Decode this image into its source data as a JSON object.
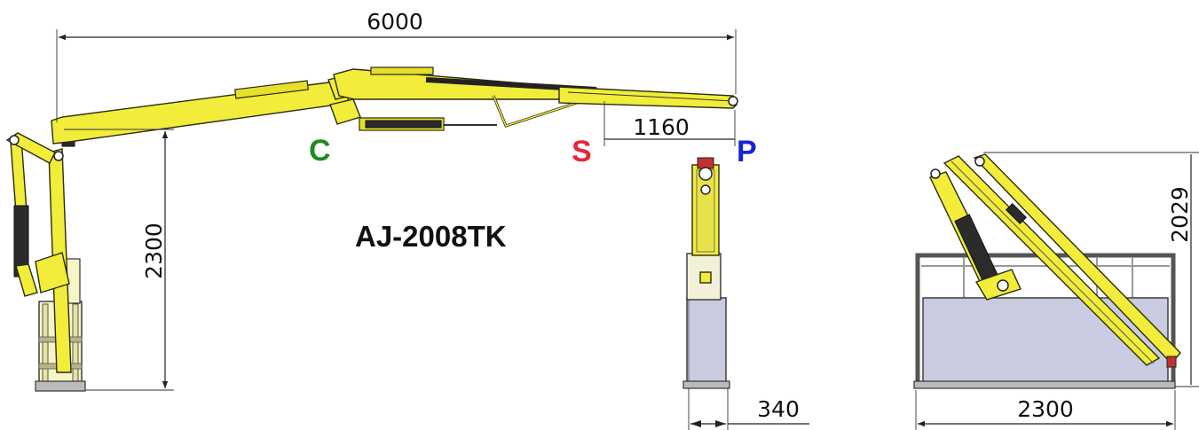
{
  "title": "AJ-2008TK",
  "markers": {
    "c": {
      "label": "C",
      "color": "#1f8a1f"
    },
    "s": {
      "label": "S",
      "color": "#e8263c"
    },
    "p": {
      "label": "P",
      "color": "#1a22d6"
    }
  },
  "dimensions": {
    "total_reach": "6000",
    "height": "2300",
    "tip_extension": "1160",
    "base_width": "340",
    "folded_height": "2029",
    "folded_length": "2300"
  },
  "colors": {
    "boom": "#f2ec3a",
    "base_panel": "#c9cbe0",
    "line": "#222222"
  }
}
